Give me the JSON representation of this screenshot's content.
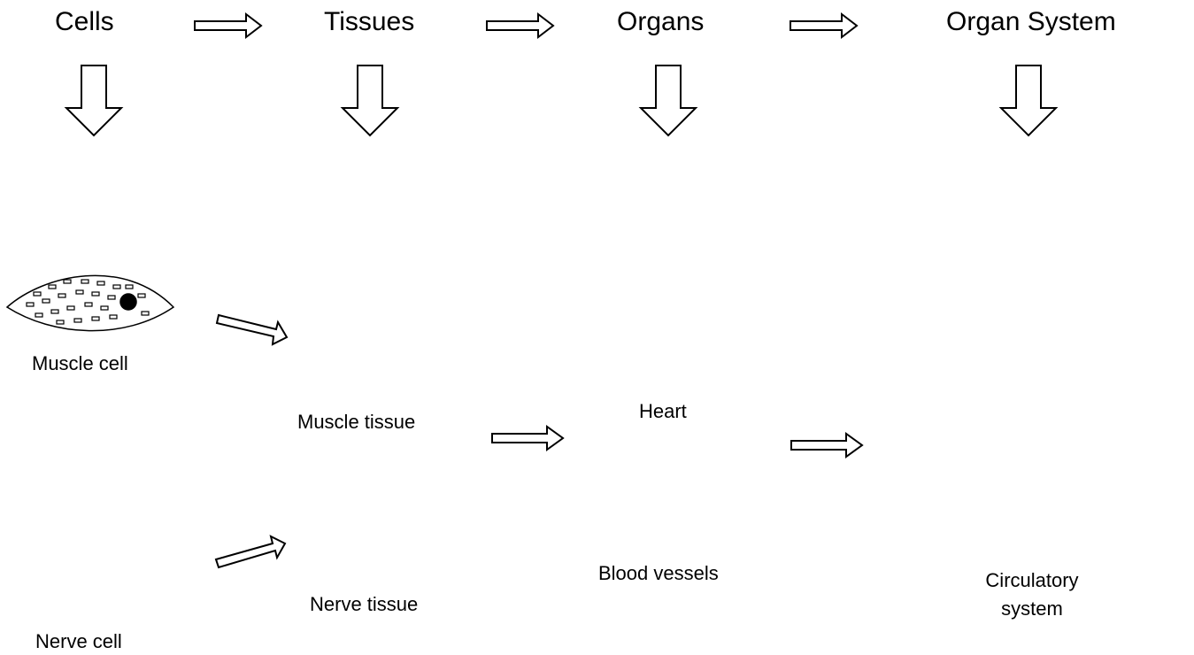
{
  "levels": {
    "cells": "Cells",
    "tissues": "Tissues",
    "organs": "Organs",
    "organ_system": "Organ System"
  },
  "items": {
    "muscle_cell": "Muscle cell",
    "nerve_cell": "Nerve cell",
    "muscle_tissue": "Muscle tissue",
    "nerve_tissue": "Nerve tissue",
    "heart": "Heart",
    "blood_vessels": "Blood vessels",
    "circulatory_system_line1": "Circulatory",
    "circulatory_system_line2": "system"
  },
  "icons": [
    "muscle-cell-icon",
    "nerve-cell-icon",
    "muscle-tissue-icon",
    "nerve-tissue-icon",
    "heart-icon",
    "blood-vessels-icon",
    "circulatory-system-icon"
  ]
}
